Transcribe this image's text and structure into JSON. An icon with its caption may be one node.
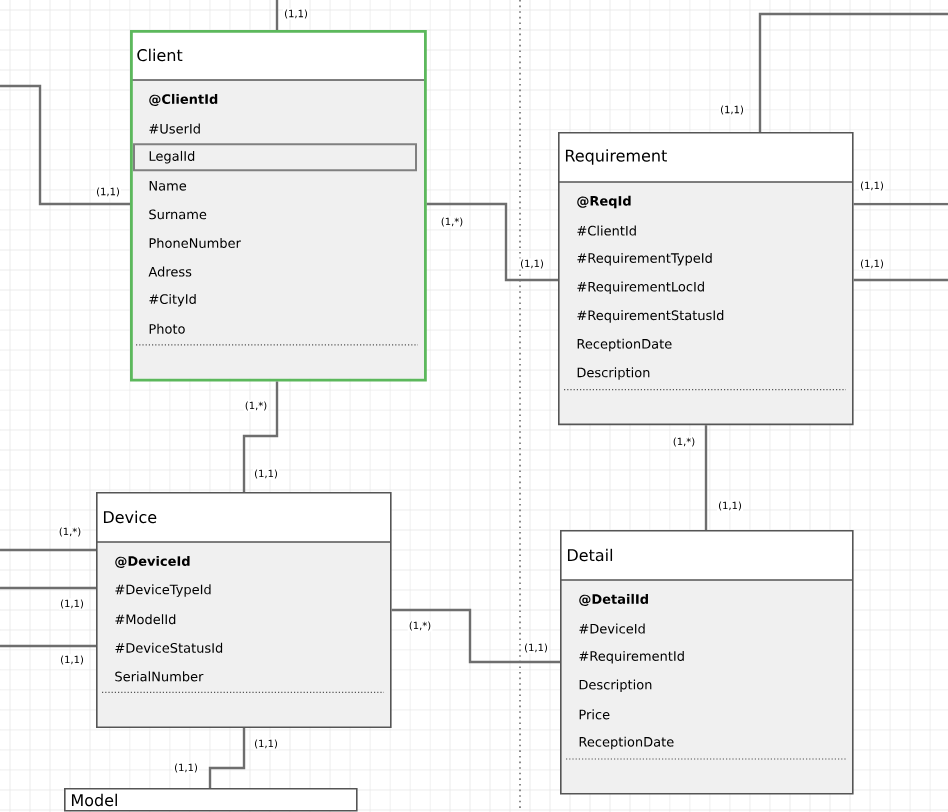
{
  "diagram": {
    "nodes": [
      {
        "text": [
          "Client",
          "@ClientId",
          "#UserId",
          "LegalId",
          "Name",
          "Surname",
          "PhoneNumber",
          "Adress",
          "#CityId",
          "Photo"
        ]
      },
      {
        "text": [
          "Requirement",
          "@ReqId",
          "#ClientId",
          "#RequirementTypeId",
          "#RequirementLocId",
          "#RequirementStatusId",
          "ReceptionDate",
          "Description"
        ]
      },
      {
        "text": [
          "Device",
          "@DeviceId",
          "#DeviceTypeId",
          "#ModelId",
          "#DeviceStatusId",
          "SerialNumber"
        ]
      },
      {
        "text": [
          "Detail",
          "@DetailId",
          "#DeviceId",
          "#RequirementId",
          "Description",
          "Price",
          "ReceptionDate"
        ]
      },
      {
        "text": [
          "Model"
        ]
      }
    ],
    "edges": [
      {
        "from": null,
        "to": 0,
        "arrow": "none",
        "label": "(1,1)"
      },
      {
        "from": null,
        "to": 0,
        "arrow": "none",
        "label": "(1,1)"
      },
      {
        "from": 0,
        "to": 1,
        "arrow": "none",
        "label": "(1,*)"
      },
      {
        "from": null,
        "to": 1,
        "arrow": "none",
        "label": "(1,1)"
      },
      {
        "from": 1,
        "to": null,
        "arrow": "none",
        "label": "(1,1)"
      },
      {
        "from": 1,
        "to": null,
        "arrow": "none",
        "label": "(1,1)"
      },
      {
        "from": 0,
        "to": 2,
        "arrow": "none",
        "label": "(1,*)"
      },
      {
        "from": 1,
        "to": 3,
        "arrow": "none",
        "label": "(1,*)"
      },
      {
        "from": null,
        "to": 2,
        "arrow": "none",
        "label": "(1,*)"
      },
      {
        "from": null,
        "to": 2,
        "arrow": "none",
        "label": "(1,1)"
      },
      {
        "from": null,
        "to": 2,
        "arrow": "none",
        "label": "(1,1)"
      },
      {
        "from": 2,
        "to": 3,
        "arrow": "none",
        "label": "(1,*)"
      },
      {
        "from": 2,
        "to": 4,
        "arrow": "none",
        "label": "(1,1)"
      }
    ],
    "labels": [
      "(1,1)",
      "(1,1)",
      "(1,1)",
      "(1,1)",
      "(1,1)"
    ]
  }
}
